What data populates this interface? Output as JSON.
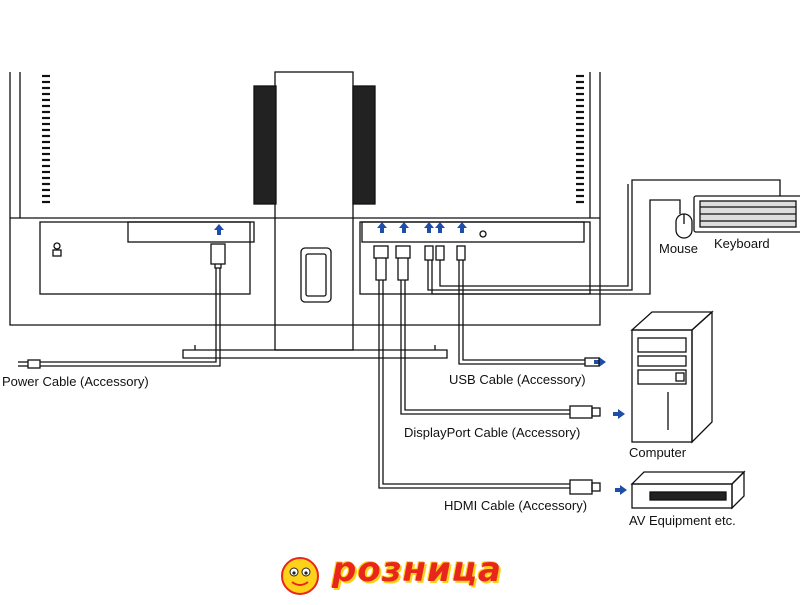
{
  "labels": {
    "power": "Power Cable (Accessory)",
    "usb": "USB Cable (Accessory)",
    "displayport": "DisplayPort Cable (Accessory)",
    "hdmi": "HDMI Cable (Accessory)",
    "mouse": "Mouse",
    "keyboard": "Keyboard",
    "computer": "Computer",
    "av": "AV Equipment etc."
  },
  "logo": {
    "text": "розница"
  },
  "colors": {
    "line": "#111111",
    "arrow": "#1f4ea8",
    "logo_red": "#e8261c",
    "logo_yellow": "#ffd21a"
  }
}
